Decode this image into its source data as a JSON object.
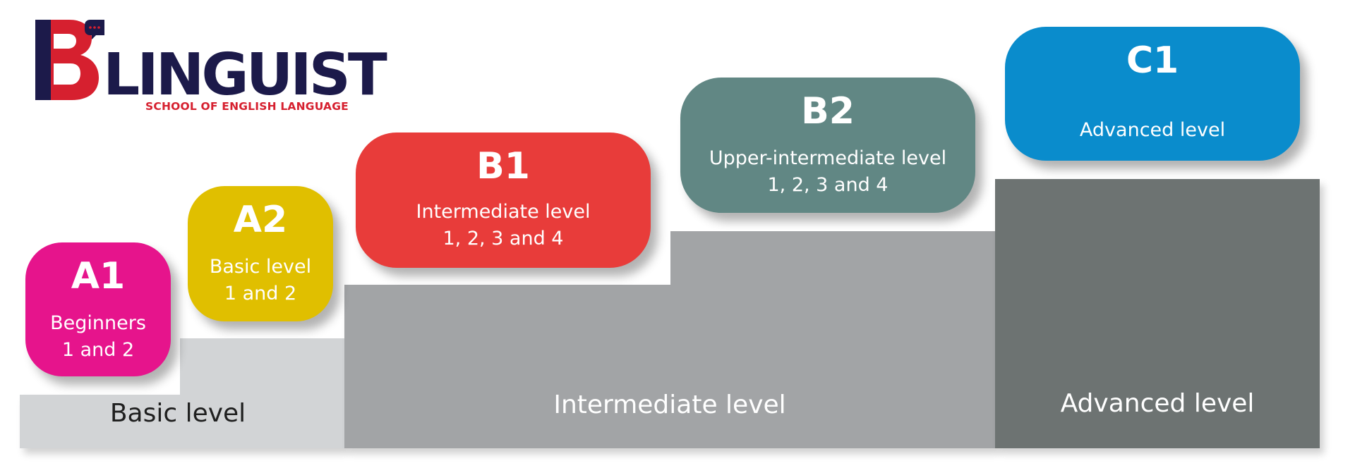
{
  "logo": {
    "word": "LINGUIST",
    "tagline": "SCHOOL OF ENGLISH LANGUAGE",
    "colors": {
      "red": "#d6202f",
      "navy": "#1c1a4a"
    }
  },
  "steps": [
    {
      "label": "Basic level",
      "color": "#d2d4d6",
      "text_color": "#1f1f1f"
    },
    {
      "label": "Intermediate level",
      "color": "#a2a4a6",
      "text_color": "#ffffff"
    },
    {
      "label": "Advanced level",
      "color": "#6d7372",
      "text_color": "#ffffff"
    }
  ],
  "levels": [
    {
      "code": "A1",
      "desc": [
        "Beginners",
        "1 and 2"
      ],
      "color": "#e6148c"
    },
    {
      "code": "A2",
      "desc": [
        "Basic level",
        "1 and 2"
      ],
      "color": "#e0bf00"
    },
    {
      "code": "B1",
      "desc": [
        "Intermediate level",
        "1, 2, 3 and 4"
      ],
      "color": "#e83c3a"
    },
    {
      "code": "B2",
      "desc": [
        "Upper-intermediate level",
        "1, 2, 3 and 4"
      ],
      "color": "#618784"
    },
    {
      "code": "C1",
      "desc": [
        "Advanced level"
      ],
      "color": "#0a8ccc"
    }
  ]
}
